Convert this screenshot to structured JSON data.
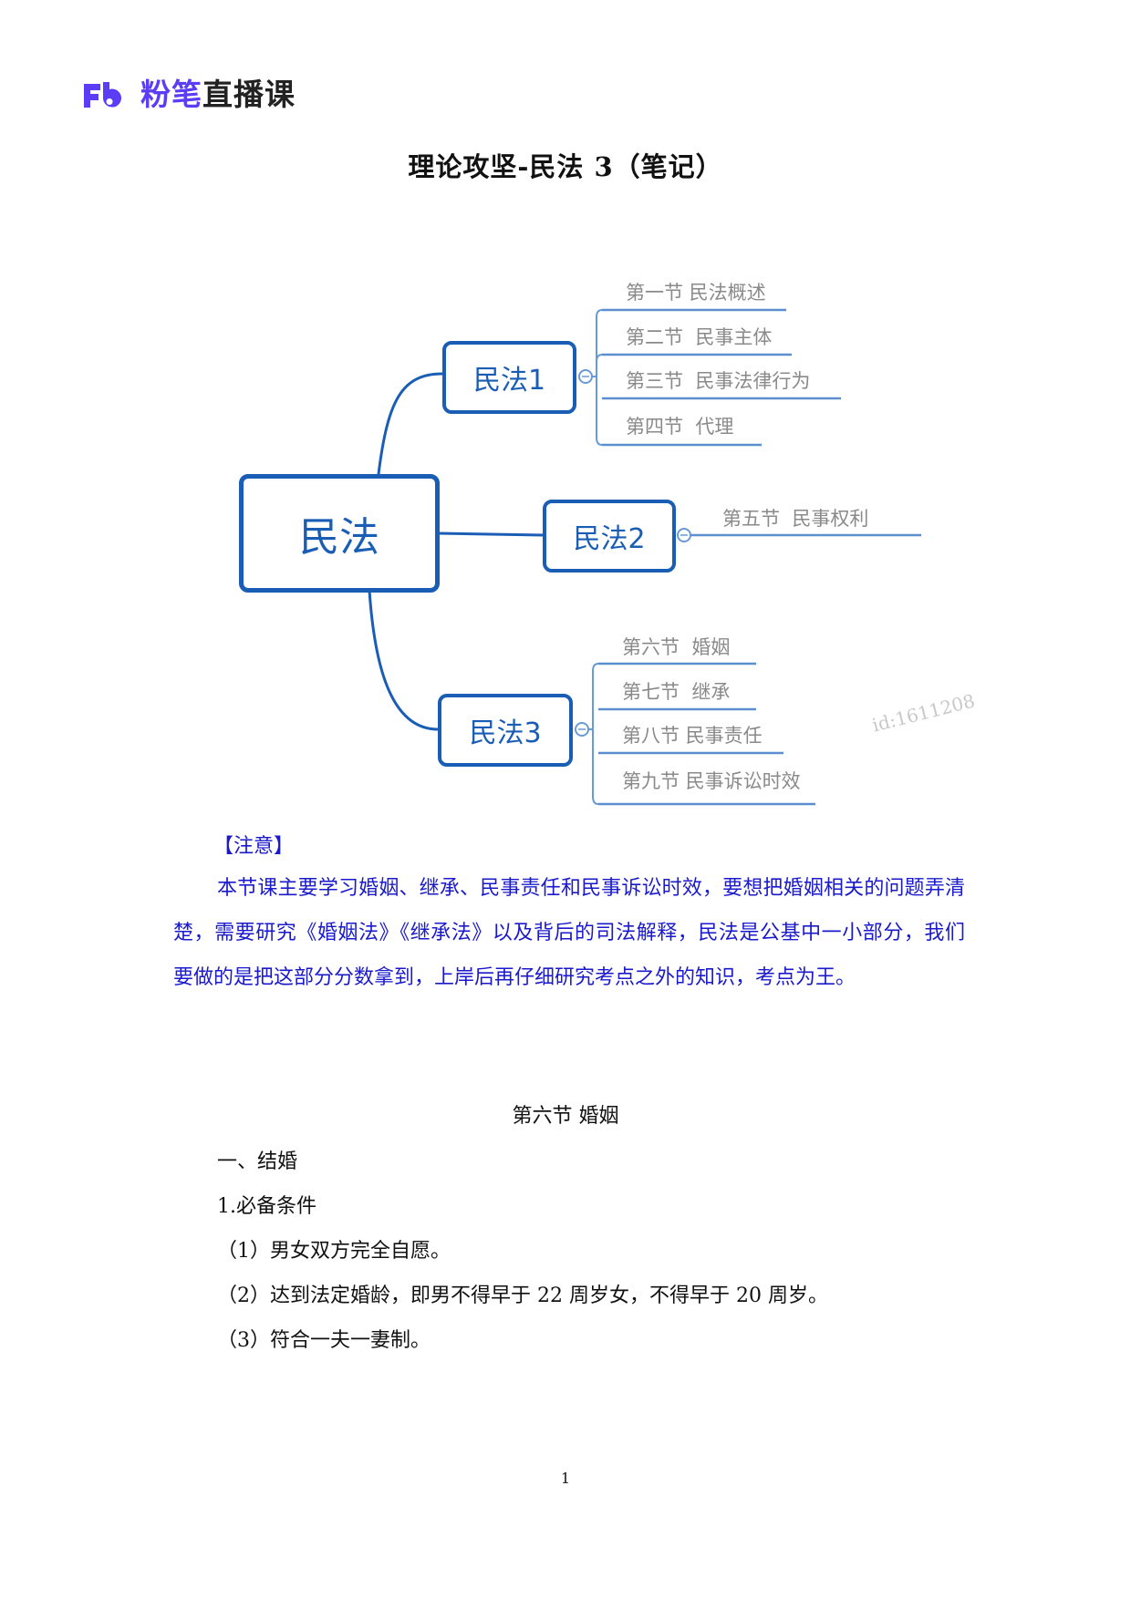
{
  "header": {
    "logo_icon": "fb-logo-icon",
    "brand_part": "粉笔",
    "rest_part": "直播课",
    "brand_color": "#5b3df5"
  },
  "document": {
    "title": "理论攻坚-民法 3（笔记）"
  },
  "mindmap": {
    "root": "民法",
    "branches": [
      {
        "label": "民法1",
        "children": [
          "第一节 民法概述",
          "第二节  民事主体",
          "第三节  民事法律行为",
          "第四节  代理"
        ]
      },
      {
        "label": "民法2",
        "children": [
          "第五节  民事权利"
        ]
      },
      {
        "label": "民法3",
        "children": [
          "第六节  婚姻",
          "第七节  继承",
          "第八节 民事责任",
          "第九节 民事诉讼时效"
        ]
      }
    ],
    "node_color": "#1a5db5",
    "leaf_color": "#8a8a8a",
    "watermark": "id:1611208"
  },
  "note": {
    "heading": "【注意】",
    "body": "本节课主要学习婚姻、继承、民事责任和民事诉讼时效，要想把婚姻相关的问题弄清楚，需要研究《婚姻法》《继承法》以及背后的司法解释，民法是公基中一小部分，我们要做的是把这部分分数拿到，上岸后再仔细研究考点之外的知识，考点为王。",
    "color": "#1a1acc"
  },
  "section": {
    "title": "第六节    婚姻",
    "heading1": "一、结婚",
    "heading2": "1.必备条件",
    "items": [
      "（1）男女双方完全自愿。",
      "（2）达到法定婚龄，即男不得早于 22 周岁女，不得早于 20 周岁。",
      "（3）符合一夫一妻制。"
    ]
  },
  "footer": {
    "page_number": "1"
  }
}
